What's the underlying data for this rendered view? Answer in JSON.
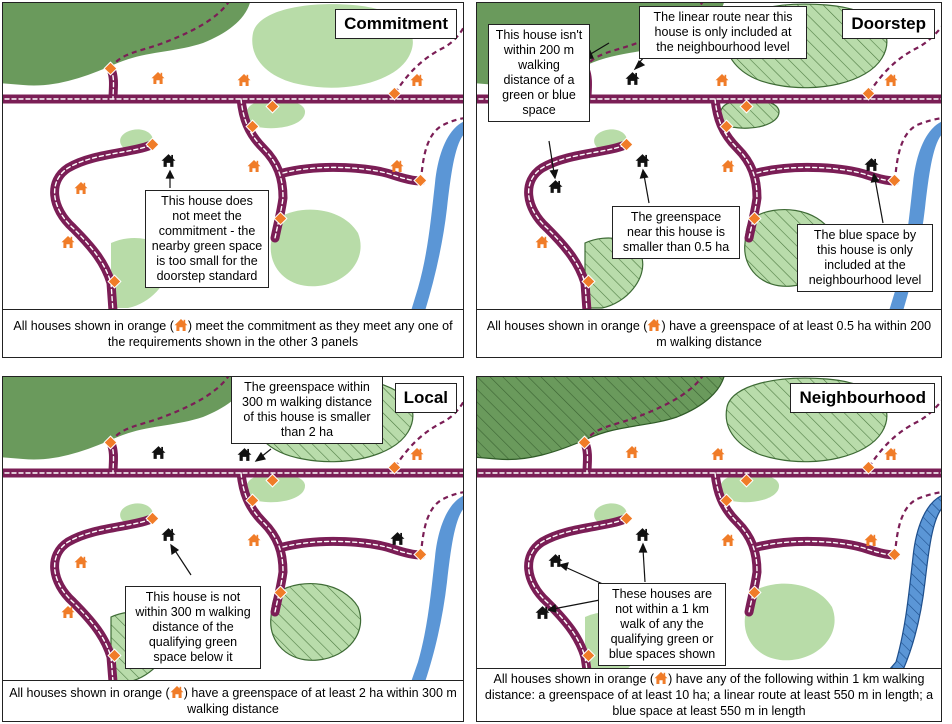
{
  "panels": {
    "commitment": {
      "title": "Commitment",
      "caption_pre": "All houses shown in orange (",
      "caption_post": ") meet the commitment as they meet any one of the requirements shown in the other 3 panels",
      "callouts": [
        "This house does not meet the commitment - the nearby green space is too small for the doorstep standard"
      ]
    },
    "doorstep": {
      "title": "Doorstep",
      "caption_pre": "All houses shown in orange (",
      "caption_post": ") have a greenspace of at least 0.5 ha within 200 m walking distance",
      "callouts": [
        "The linear route near this house is only included at the neighbourhood level",
        "This house isn't within 200 m walking distance of a green or blue space",
        "The greenspace near this house is smaller than 0.5 ha",
        "The blue space by this house is only included at the neighbourhood level"
      ]
    },
    "local": {
      "title": "Local",
      "caption_pre": "All houses shown in orange (",
      "caption_post": ") have a greenspace of at least 2 ha within 300 m walking distance",
      "callouts": [
        "The greenspace within 300 m walking distance of this house is smaller than 2 ha",
        "This house is not within 300 m walking distance of the qualifying green space below it"
      ]
    },
    "neighbourhood": {
      "title": "Neighbourhood",
      "caption_pre": "All houses shown in orange (",
      "caption_post": ") have any of the following within 1 km walking distance: a greenspace of at least 10 ha; a linear route at least 550 m in length; a blue space at least 550 m in length",
      "callouts": [
        "These houses are not within a 1 km walk of any the qualifying green or blue spaces shown"
      ]
    }
  },
  "colors": {
    "house_orange": "#f07c28",
    "house_black": "#111111",
    "path": "#7b1e56",
    "dark_green": "#6a9a5c",
    "light_green": "#b8dca8",
    "water": "#5b96d6"
  },
  "icons": [
    "house-icon",
    "path-node-icon"
  ]
}
